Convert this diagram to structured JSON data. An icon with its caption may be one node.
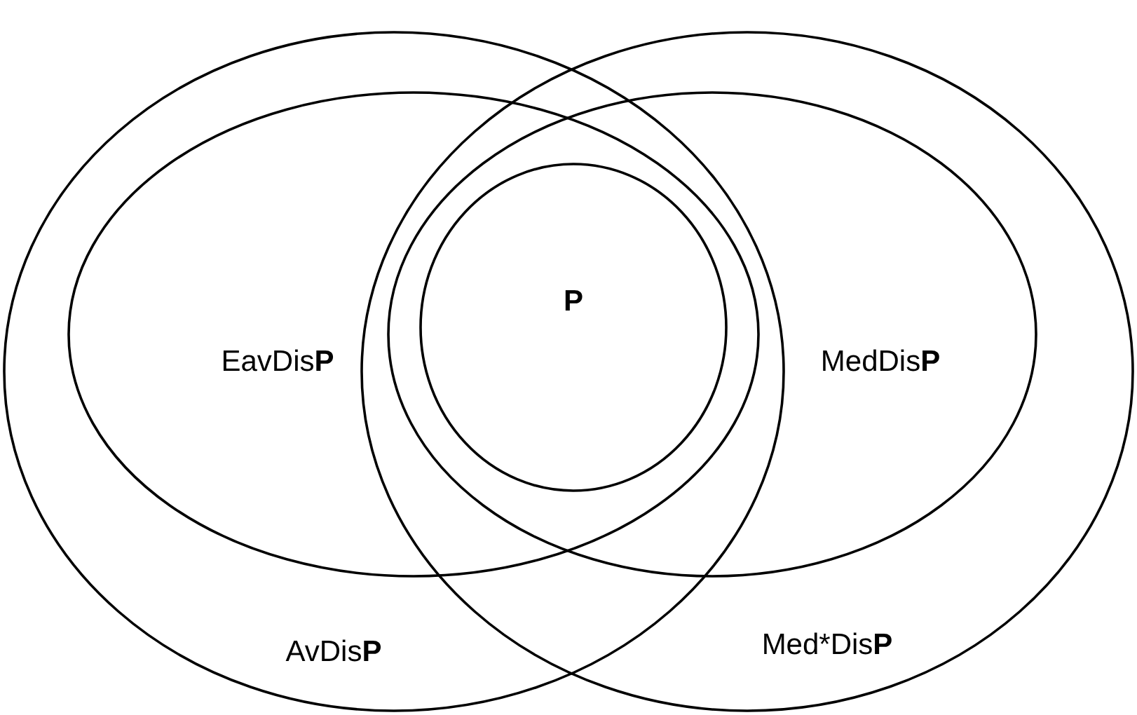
{
  "diagram": {
    "nodes": [
      {
        "text": [
          "AvDis**P**"
        ]
      },
      {
        "text": [
          "Med*Dis**P**"
        ]
      },
      {
        "text": [
          "EavDis**P**"
        ],
        "in": 0
      },
      {
        "text": [
          "MedDis**P**"
        ],
        "in": 1
      },
      {
        "text": [
          "**P**"
        ]
      }
    ]
  }
}
